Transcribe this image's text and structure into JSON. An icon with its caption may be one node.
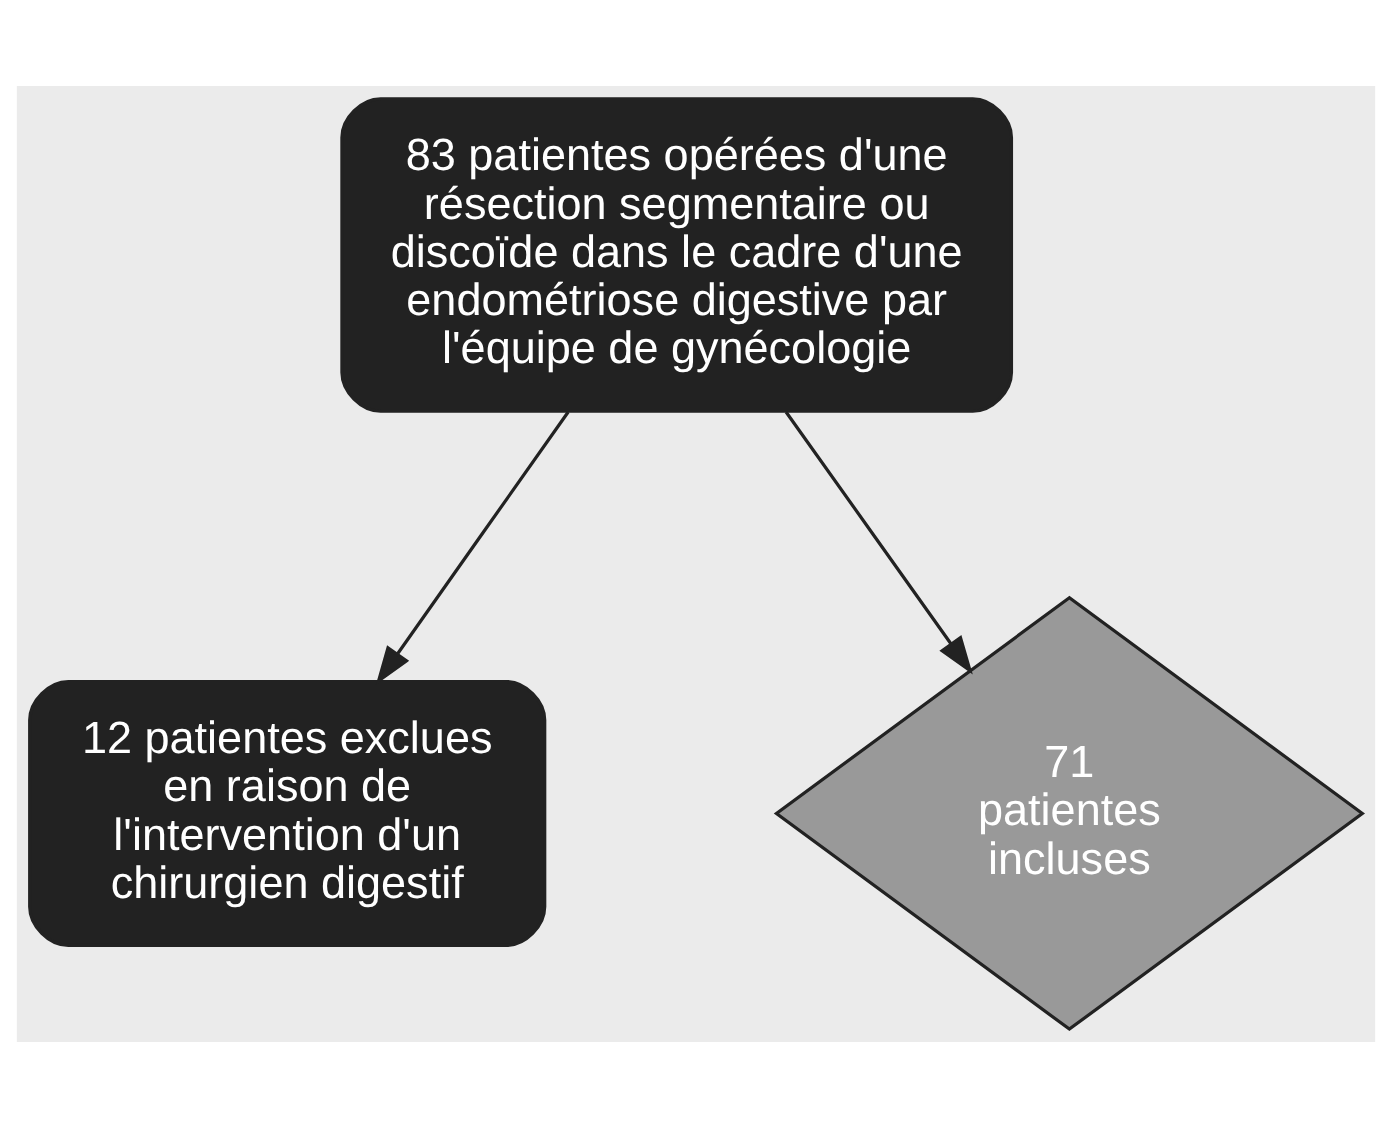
{
  "diagram": {
    "nodes": [
      {
        "text": [
          "83 patientes opérées d'une résection segmentaire ou discoïde dans le cadre d'une endométriose digestive par l'équipe de gynécologie"
        ]
      },
      {
        "text": [
          "12 patientes exclues en raison de l'intervention d'un chirurgien digestif"
        ]
      },
      {
        "text": [
          "71 patientes incluses"
        ]
      }
    ],
    "edges": [
      {
        "from": 0,
        "to": 2,
        "arrow": "to"
      },
      {
        "from": 0,
        "to": 1,
        "arrow": "to"
      }
    ]
  }
}
